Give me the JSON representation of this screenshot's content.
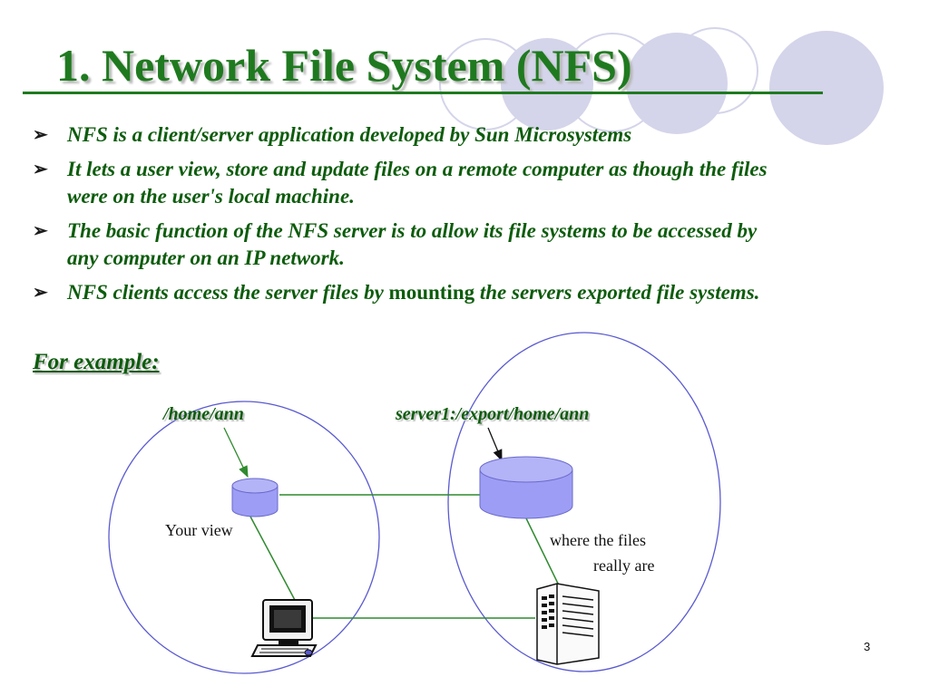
{
  "title": "1. Network File System (NFS)",
  "bullets": [
    {
      "text": "NFS is a client/server application developed by Sun Microsystems"
    },
    {
      "text": "It lets a user view, store and update files on a remote computer as though the files were on the user's local machine."
    },
    {
      "text": "The basic function of the NFS server is to allow its file systems to be accessed by any computer on an IP network."
    },
    {
      "text_before": "NFS clients access the server files by ",
      "emphasis": "mounting",
      "text_after": " the servers exported file systems."
    }
  ],
  "bullet_marker": "➢",
  "example_heading": "For example:",
  "diagram": {
    "client_path": "/home/ann",
    "server_path": "server1:/export/home/ann",
    "client_caption": "Your view",
    "server_caption_line1": "where the files",
    "server_caption_line2": "really are",
    "client_icon": "desktop-computer-icon",
    "server_icon": "server-tower-icon",
    "disk_icon": "disk-cylinder-icon"
  },
  "page_number": "3",
  "colors": {
    "title_green": "#1f7a1f",
    "text_green": "#0d5c0d",
    "decor_circle": "#d4d4ea",
    "ellipse_outline": "#5a5ad0",
    "cylinder_fill": "#9d9df5",
    "link_line": "#2f8a2f"
  }
}
